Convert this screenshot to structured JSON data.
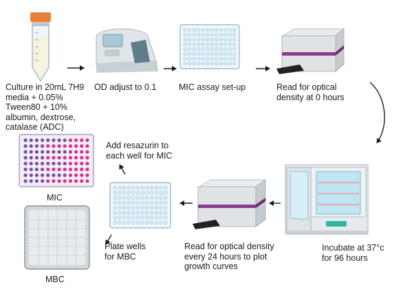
{
  "steps": [
    {
      "id": "culture",
      "label": "Culture in 20mL  7H9\nmedia + 0.05%\nTween80 + 10%\nalbumin, dextrose,\ncatalase (ADC)"
    },
    {
      "id": "od",
      "label": "OD adjust to 0.1"
    },
    {
      "id": "mic-setup",
      "label": "MIC assay set-up"
    },
    {
      "id": "read-0",
      "label": "Read for optical\ndensity at 0 hours"
    },
    {
      "id": "incubate",
      "label": "Incubate at 37°c\nfor 96 hours"
    },
    {
      "id": "read-24",
      "label": "Read for optical density\nevery 24 hours to plot\ngrowth curves"
    },
    {
      "id": "resazurin",
      "label": "Add resazurin to\neach well for MIC"
    },
    {
      "id": "plate-mbc",
      "label": "Plate wells\nfor MBC"
    },
    {
      "id": "mic",
      "label": "MIC"
    },
    {
      "id": "mbc",
      "label": "MBC"
    }
  ],
  "colors": {
    "tube_cap": "#e8823a",
    "plate_well": "#dcecf6",
    "well_outline": "#8fc2dd",
    "mic_purple": "#7a4fa3",
    "mic_pink": "#d8318c",
    "reader_stripe": "#8b3a8f",
    "incubator_glass": "#bfe6f2",
    "incubator_badge": "#2fb7a0",
    "arrow": "#1a1a1a"
  }
}
